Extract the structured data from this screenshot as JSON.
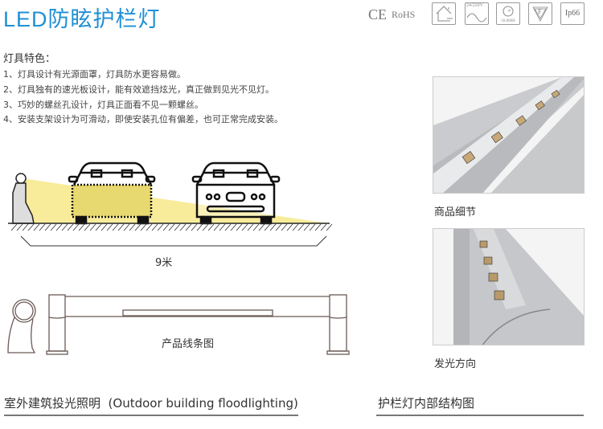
{
  "header": {
    "title": "LED防眩护栏灯",
    "certs": [
      "CE",
      "RoHS"
    ],
    "spec_icons": [
      {
        "icon": "indoor-outdoor-house-icon",
        "label": ""
      },
      {
        "icon": "voltage-sine-icon",
        "label": "24/220V"
      },
      {
        "icon": "lifetime-clock-icon",
        "label": "50,000H"
      },
      {
        "icon": "f-mark-triangle-icon",
        "label": "F"
      },
      {
        "icon": "ip-rating-icon",
        "label": "Ip66"
      }
    ]
  },
  "features": {
    "heading": "灯具特色：",
    "items": [
      "1、灯具设计有光源面罩，灯具防水更容易做。",
      "2、灯具独有的速光板设计，能有效遮挡炫光，真正做到见光不见灯。",
      "3、巧妙的螺丝孔设计，灯具正面看不见一颗螺丝。",
      "4、安装支架设计为可滑动，即使安装孔位有偏差，也可正常完成安装。"
    ]
  },
  "diagram": {
    "distance_label": "9米",
    "line_drawing_caption": "产品线条图"
  },
  "photos": [
    {
      "caption": "商品细节"
    },
    {
      "caption": "发光方向"
    }
  ],
  "sections": {
    "left": "室外建筑投光照明  (Outdoor building floodlighting)",
    "right": "护栏灯内部结构图"
  },
  "colors": {
    "title": "#1f8fd6",
    "light_beam": "#f5e27a"
  }
}
